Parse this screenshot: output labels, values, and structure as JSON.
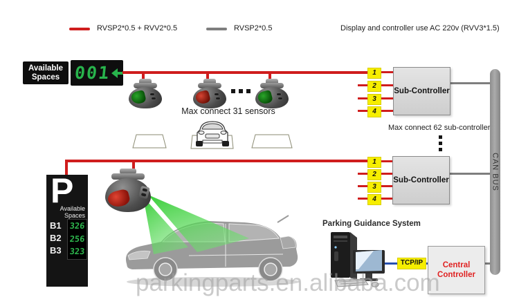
{
  "legend": {
    "red_label": "RVSP2*0.5 + RVV2*0.5",
    "gray_label": "RVSP2*0.5",
    "note": "Display and controller use AC 220v (RVV3*1.5)"
  },
  "display_board": {
    "label_line1": "Available",
    "label_line2": "Spaces",
    "count": "001",
    "arrow_icon": "green-left-arrow"
  },
  "notes": {
    "sensors": "Max connect 31 sensors",
    "sub_controllers": "Max connect 62 sub-controller"
  },
  "sub_controller_1": {
    "label": "Sub-Controller",
    "ports": [
      "1",
      "2",
      "3",
      "4"
    ]
  },
  "sub_controller_2": {
    "label": "Sub-Controller",
    "ports": [
      "1",
      "2",
      "3",
      "4"
    ]
  },
  "can_bus": {
    "label": "CAN BUS"
  },
  "p_sign": {
    "letter": "P",
    "label_line1": "Available",
    "label_line2": "Spaces",
    "rows": [
      {
        "zone": "B1",
        "value": "326"
      },
      {
        "zone": "B2",
        "value": "256"
      },
      {
        "zone": "B3",
        "value": "323"
      }
    ]
  },
  "pgs": {
    "title": "Parking Guidance System",
    "tcp_label": "TCP/IP"
  },
  "central_controller": {
    "label_line1": "Central",
    "label_line2": "Controller"
  },
  "watermark": "parkingparts.en.alibaba.com",
  "colors": {
    "wire_red": "#cf1d1d",
    "wire_gray": "#7e7e7e",
    "tag_yellow": "#f6ee00",
    "segment_green": "#28b44c",
    "controller_text_red": "#e02222",
    "tcp_blue": "#2750b0"
  }
}
